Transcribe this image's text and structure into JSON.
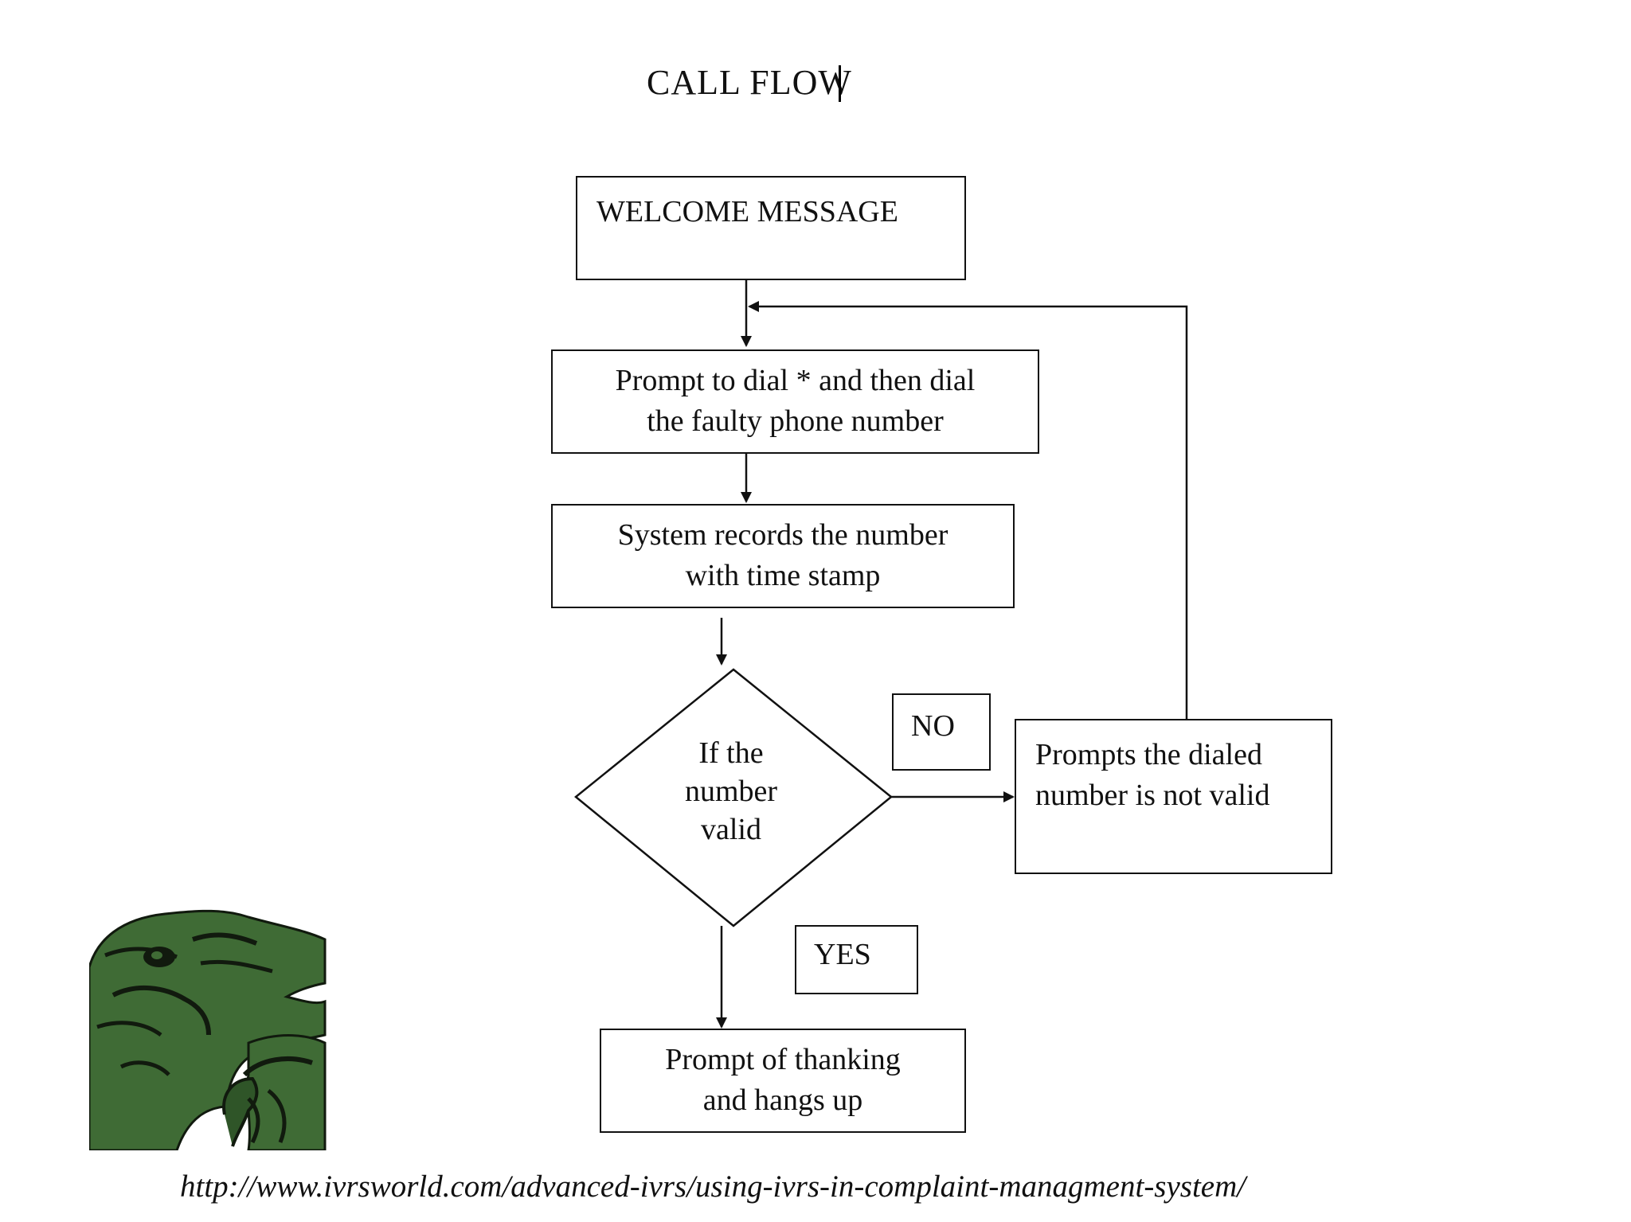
{
  "title": "CALL FLOW",
  "nodes": {
    "welcome": "WELCOME MESSAGE",
    "prompt_dial": [
      "Prompt to dial * and then dial",
      "the faulty phone number"
    ],
    "records": [
      "System records the number",
      "with time stamp"
    ],
    "decision": [
      "If the",
      "number",
      "valid"
    ],
    "invalid": [
      "Prompts the dialed",
      "number is not valid"
    ],
    "thanks": [
      "Prompt of thanking",
      "and hangs up"
    ]
  },
  "labels": {
    "no": "NO",
    "yes": "YES"
  },
  "footer_url": "http://www.ivrsworld.com/advanced-ivrs/using-ivrs-in-complaint-managment-system/",
  "colors": {
    "line": "#111111",
    "raptor_green": "#3f6b35",
    "raptor_dark": "#111a0e"
  },
  "icons": {
    "corner_image": "philosoraptor-image"
  }
}
